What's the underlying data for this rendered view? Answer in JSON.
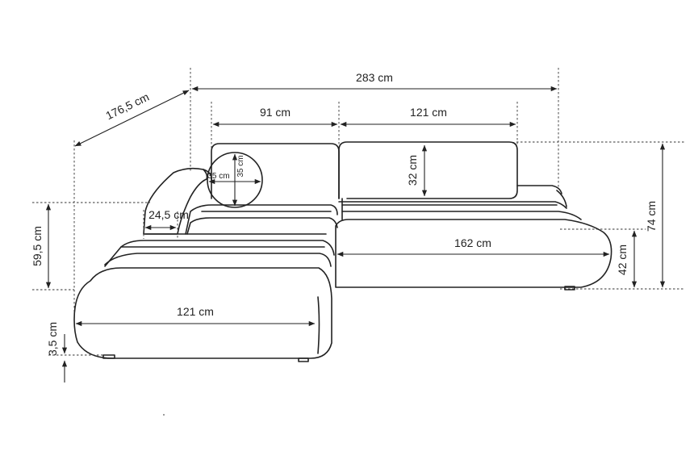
{
  "dimensions": {
    "total_width": "283 cm",
    "depth": "176,5 cm",
    "back_left": "91 cm",
    "back_right": "121 cm",
    "back_cushion_height": "32 cm",
    "pillow_width": "35 cm",
    "pillow_height": "35 cm",
    "armrest_width": "24,5 cm",
    "total_height": "74 cm",
    "seat_height_left": "59,5 cm",
    "seat_length": "162 cm",
    "seat_height_right": "42 cm",
    "chaise_length": "121 cm",
    "leg_height": "3,5 cm"
  },
  "colors": {
    "line": "#222222",
    "background": "#ffffff"
  }
}
